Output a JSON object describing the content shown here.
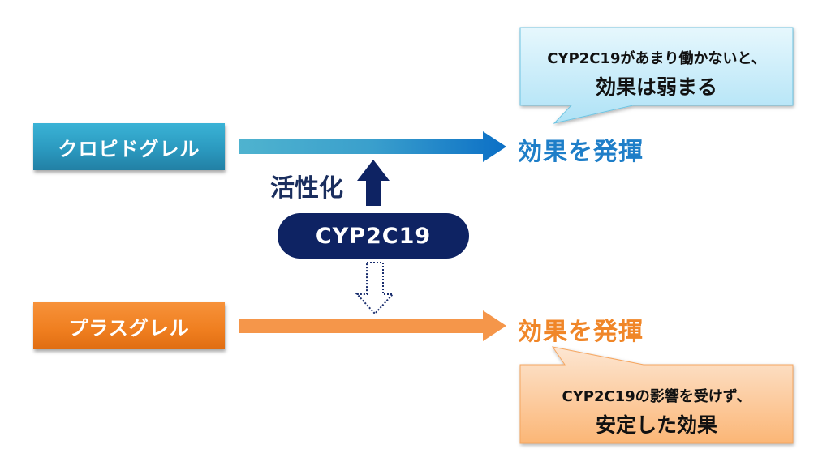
{
  "drugs": {
    "clopidogrel": "クロピドグレル",
    "prasugrel": "プラスグレル"
  },
  "effects": {
    "top": "効果を発揮",
    "bottom": "効果を発揮"
  },
  "enzyme": {
    "name": "CYP2C19",
    "activation_label": "活性化"
  },
  "callouts": {
    "top": {
      "line1": "CYP2C19があまり働かないと、",
      "line2": "効果は弱まる"
    },
    "bottom": {
      "line1": "CYP2C19の影響を受けず、",
      "line2": "安定した効果"
    }
  },
  "colors": {
    "clopidogrel": "#2a97bd",
    "prasugrel": "#ef7e1f",
    "effect_blue": "#1e7ec8",
    "effect_orange": "#f08628",
    "enzyme_navy": "#0e2363",
    "callout_blue": "#bfe9f8",
    "callout_orange": "#fcc590"
  }
}
